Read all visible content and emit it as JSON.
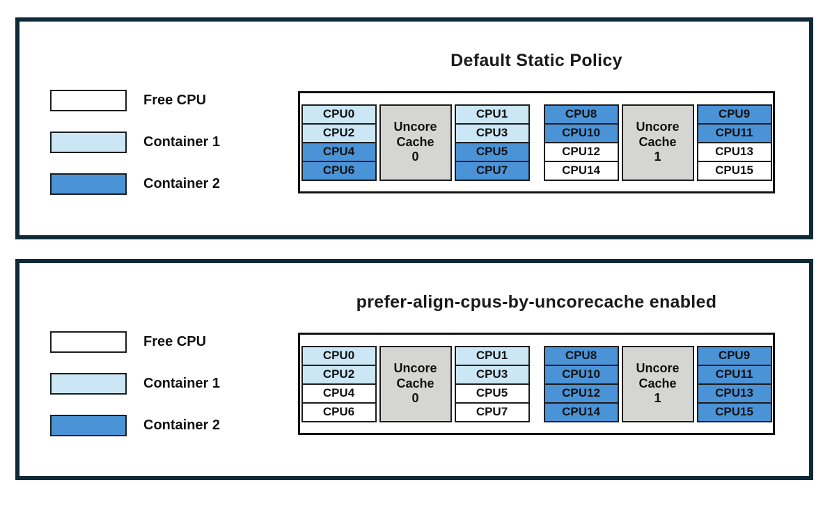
{
  "colors": {
    "free": "#ffffff",
    "container1": "#cbe7f5",
    "container2": "#4b93d7",
    "cache_bg": "#d5d5d3",
    "panel_border": "#0e2a38",
    "cell_border": "#1c1c1c"
  },
  "legend": {
    "items": [
      {
        "label": "Free CPU",
        "state": "free"
      },
      {
        "label": "Container 1",
        "state": "container1"
      },
      {
        "label": "Container 2",
        "state": "container2"
      }
    ]
  },
  "panels": [
    {
      "title": "Default Static Policy",
      "groups": [
        {
          "cache_lines": [
            "Uncore",
            "Cache",
            "0"
          ],
          "left_cpus": [
            {
              "label": "CPU0",
              "state": "container1"
            },
            {
              "label": "CPU2",
              "state": "container1"
            },
            {
              "label": "CPU4",
              "state": "container2"
            },
            {
              "label": "CPU6",
              "state": "container2"
            }
          ],
          "right_cpus": [
            {
              "label": "CPU1",
              "state": "container1"
            },
            {
              "label": "CPU3",
              "state": "container1"
            },
            {
              "label": "CPU5",
              "state": "container2"
            },
            {
              "label": "CPU7",
              "state": "container2"
            }
          ]
        },
        {
          "cache_lines": [
            "Uncore",
            "Cache",
            "1"
          ],
          "left_cpus": [
            {
              "label": "CPU8",
              "state": "container2"
            },
            {
              "label": "CPU10",
              "state": "container2"
            },
            {
              "label": "CPU12",
              "state": "free"
            },
            {
              "label": "CPU14",
              "state": "free"
            }
          ],
          "right_cpus": [
            {
              "label": "CPU9",
              "state": "container2"
            },
            {
              "label": "CPU11",
              "state": "container2"
            },
            {
              "label": "CPU13",
              "state": "free"
            },
            {
              "label": "CPU15",
              "state": "free"
            }
          ]
        }
      ]
    },
    {
      "title": "prefer-align-cpus-by-uncorecache enabled",
      "groups": [
        {
          "cache_lines": [
            "Uncore",
            "Cache",
            "0"
          ],
          "left_cpus": [
            {
              "label": "CPU0",
              "state": "container1"
            },
            {
              "label": "CPU2",
              "state": "container1"
            },
            {
              "label": "CPU4",
              "state": "free"
            },
            {
              "label": "CPU6",
              "state": "free"
            }
          ],
          "right_cpus": [
            {
              "label": "CPU1",
              "state": "container1"
            },
            {
              "label": "CPU3",
              "state": "container1"
            },
            {
              "label": "CPU5",
              "state": "free"
            },
            {
              "label": "CPU7",
              "state": "free"
            }
          ]
        },
        {
          "cache_lines": [
            "Uncore",
            "Cache",
            "1"
          ],
          "left_cpus": [
            {
              "label": "CPU8",
              "state": "container2"
            },
            {
              "label": "CPU10",
              "state": "container2"
            },
            {
              "label": "CPU12",
              "state": "container2"
            },
            {
              "label": "CPU14",
              "state": "container2"
            }
          ],
          "right_cpus": [
            {
              "label": "CPU9",
              "state": "container2"
            },
            {
              "label": "CPU11",
              "state": "container2"
            },
            {
              "label": "CPU13",
              "state": "container2"
            },
            {
              "label": "CPU15",
              "state": "container2"
            }
          ]
        }
      ]
    }
  ]
}
